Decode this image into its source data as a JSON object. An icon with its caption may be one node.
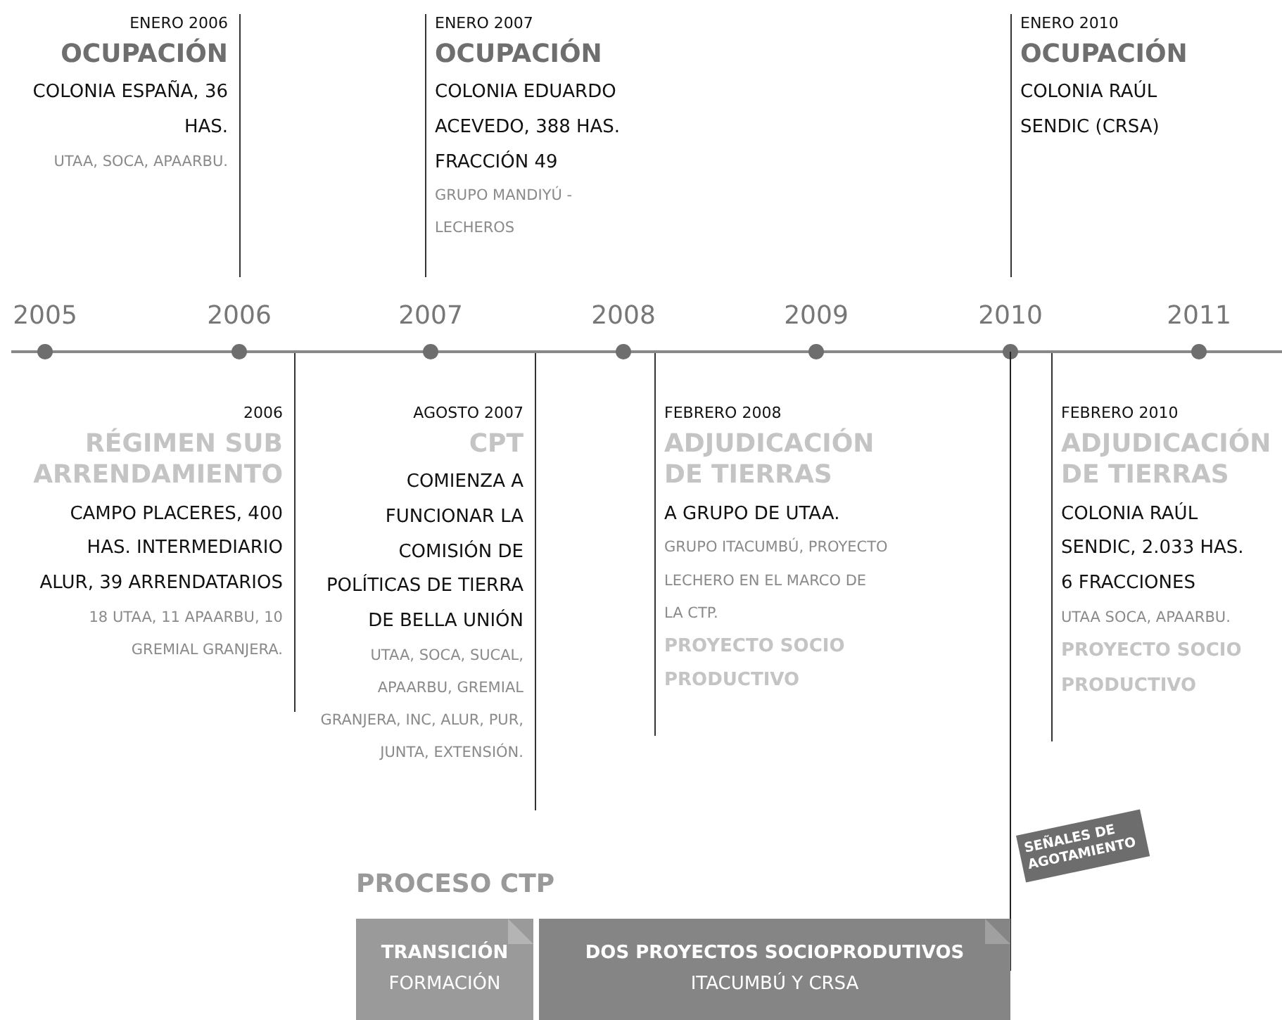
{
  "diagram": {
    "nodes": [
      {
        "text": [
          "ENERO 2006",
          "OCUPACIÓN",
          "COLONIA ESPAÑA, 36 HAS.",
          "UTAA, SOCA, APAARBU."
        ]
      },
      {
        "text": [
          "ENERO 2007",
          "OCUPACIÓN",
          "COLONIA EDUARDO ACEVEDO, 388 HAS.",
          "FRACCIÓN 49",
          "GRUPO MANDIYÚ - LECHEROS"
        ]
      },
      {
        "text": [
          "ENERO 2010",
          "OCUPACIÓN",
          "COLONIA RAÚL SENDIC (CRSA)"
        ]
      },
      {
        "text": [
          "2006",
          "RÉGIMEN SUB ARRENDAMIENTO",
          "CAMPO PLACERES, 400 HAS. INTERMEDIARIO ALUR, 39 ARRENDATARIOS",
          "18 UTAA, 11 APAARBU, 10 GREMIAL GRANJERA."
        ]
      },
      {
        "text": [
          "AGOSTO 2007",
          "CPT",
          "COMIENZA A FUNCIONAR LA COMISIÓN DE POLÍTICAS DE TIERRA DE BELLA UNIÓN",
          "UTAA, SOCA, SUCAL, APAARBU, GREMIAL GRANJERA, INC, ALUR, PUR, JUNTA, EXTENSIÓN."
        ]
      },
      {
        "text": [
          "FEBRERO 2008",
          "ADJUDICACIÓN DE TIERRAS",
          "A GRUPO DE  UTAA.",
          "GRUPO ITACUMBÚ, PROYECTO LECHERO EN EL MARCO  DE LA CTP.",
          "PROYECTO SOCIO PRODUCTIVO"
        ]
      },
      {
        "text": [
          "FEBRERO 2010",
          "ADJUDICACIÓN DE TIERRAS",
          "COLONIA RAÚL SENDIC, 2.033 HAS.",
          "6 FRACCIONES",
          "UTAA SOCA, APAARBU.",
          "PROYECTO SOCIO PRODUCTIVO"
        ]
      },
      {
        "text": [
          "TRANSICIÓN",
          "FORMACIÓN"
        ]
      },
      {
        "text": [
          "DOS PROYECTOS SOCIOPRODUTIVOS",
          "ITACUMBÚ Y CRSA"
        ]
      },
      {
        "text": [
          "SEÑALES DE AGOTAMIENTO"
        ]
      }
    ],
    "edges": [],
    "labels": [
      "2005",
      "2006",
      "2007",
      "2008",
      "2009",
      "2010",
      "2011",
      "PROCESO CTP"
    ]
  }
}
